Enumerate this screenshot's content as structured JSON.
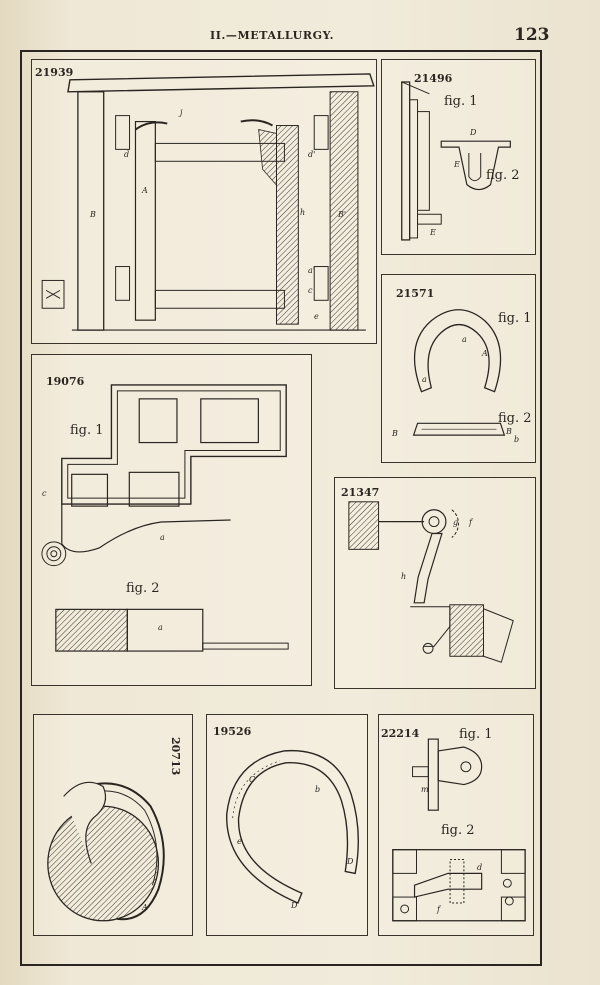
{
  "header": {
    "section_title": "II.—METALLURGY.",
    "page_number": "123"
  },
  "panels": {
    "p21939": {
      "number": "21939",
      "letters": {
        "A": "A",
        "B": "B",
        "B2": "B'",
        "h": "h",
        "d": "d",
        "d2": "d'",
        "c": "c",
        "a": "a'",
        "e": "e",
        "j": "j"
      }
    },
    "p21496": {
      "number": "21496",
      "fig1": "fig. 1",
      "fig2": "fig. 2",
      "letters": {
        "D": "D",
        "E": "E",
        "E2": "E"
      }
    },
    "p21571": {
      "number": "21571",
      "fig1": "fig. 1",
      "fig2": "fig. 2",
      "letters": {
        "A": "A",
        "a": "a",
        "a2": "a",
        "B": "B",
        "B2": "B",
        "b": "b"
      }
    },
    "p19076": {
      "number": "19076",
      "fig1": "fig. 1",
      "fig2": "fig. 2",
      "letters": {
        "a": "a",
        "a2": "a",
        "c": "c"
      }
    },
    "p21347": {
      "number": "21347",
      "letters": {
        "g": "g",
        "f": "f",
        "h": "h"
      }
    },
    "p20713": {
      "number": "20713",
      "letters": {
        "A": "A"
      }
    },
    "p19526": {
      "number": "19526",
      "letters": {
        "C": "C",
        "D": "D",
        "D2": "D",
        "e": "e",
        "b": "b"
      }
    },
    "p22214": {
      "number": "22214",
      "fig1": "fig. 1",
      "fig2": "fig. 2",
      "letters": {
        "d": "d",
        "f": "f",
        "m": "m"
      }
    }
  }
}
